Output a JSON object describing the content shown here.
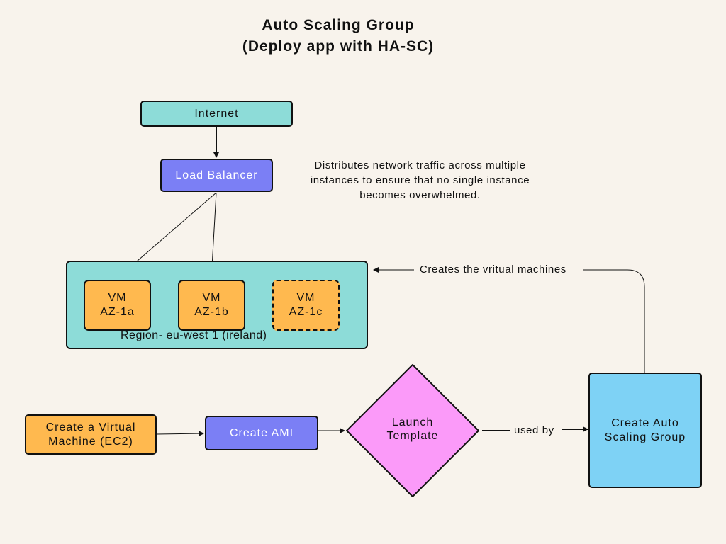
{
  "title": {
    "line1": "Auto Scaling Group",
    "line2": "(Deploy app with HA-SC)"
  },
  "nodes": {
    "internet": "Internet",
    "load_balancer": "Load Balancer",
    "vm1": {
      "line1": "VM",
      "line2": "AZ-1a"
    },
    "vm2": {
      "line1": "VM",
      "line2": "AZ-1b"
    },
    "vm3": {
      "line1": "VM",
      "line2": "AZ-1c"
    },
    "region": "Region- eu-west 1 (ireland)",
    "create_vm": {
      "line1": "Create a Virtual",
      "line2": "Machine (EC2)"
    },
    "create_ami": "Create AMI",
    "launch_template": {
      "line1": "Launch",
      "line2": "Template"
    },
    "create_asg": {
      "line1": "Create Auto",
      "line2": "Scaling Group"
    }
  },
  "annotations": {
    "lb_description": {
      "line1": "Distributes network traffic across multiple",
      "line2": "instances to ensure that no single instance",
      "line3": "becomes overwhelmed."
    },
    "creates_vms": "Creates the vritual machines",
    "used_by": "used by"
  },
  "colors": {
    "background": "#f8f3ec",
    "teal": "#8ddcd8",
    "purple": "#7b7ff5",
    "orange": "#ffb94f",
    "blue": "#7ed2f5",
    "pink": "#fb9af9"
  }
}
